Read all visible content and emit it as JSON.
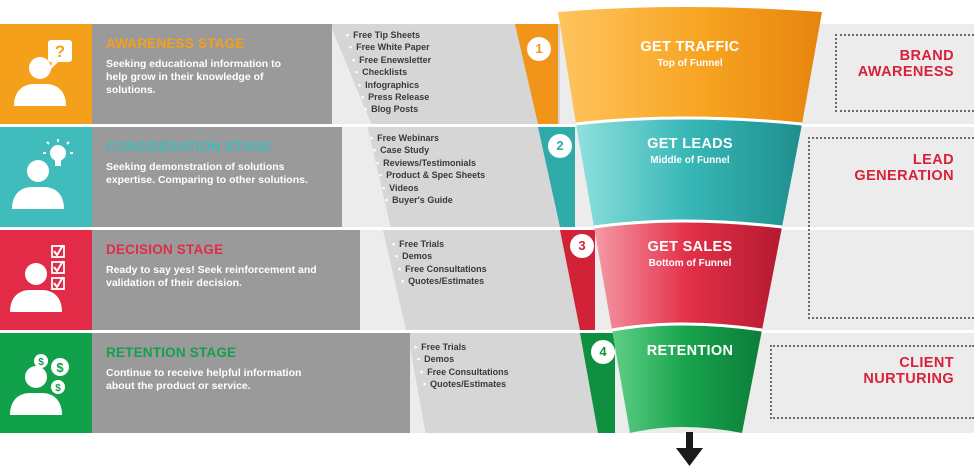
{
  "colors": {
    "awareness": "#f5a01a",
    "consideration": "#3fbcbb",
    "decision": "#e22c47",
    "retention": "#12a14b",
    "outcome_text": "#d8213b"
  },
  "stages": [
    {
      "title": "AWARENESS STAGE",
      "description": "Seeking educational information to help grow in their knowledge of solutions.",
      "icon": "question-bubble-icon",
      "items": [
        "Free Tip Sheets",
        "Free White Paper",
        "Free Enewsletter",
        "Checklists",
        "Infographics",
        "Press Release",
        "Blog Posts"
      ]
    },
    {
      "title": "CONSIDERATION STAGE",
      "description": "Seeking demonstration of solutions expertise. Comparing to other solutions.",
      "icon": "lightbulb-icon",
      "items": [
        "Free Webinars",
        "Case Study",
        "Reviews/Testimonials",
        "Product & Spec Sheets",
        "Videos",
        "Buyer's Guide"
      ]
    },
    {
      "title": "DECISION STAGE",
      "description": "Ready to say yes! Seek reinforcement and validation of their decision.",
      "icon": "checklist-icon",
      "items": [
        "Free Trials",
        "Demos",
        "Free Consultations",
        "Quotes/Estimates"
      ]
    },
    {
      "title": "RETENTION STAGE",
      "description": "Continue to receive helpful information about the product or service.",
      "icon": "dollar-coins-icon",
      "items": [
        "Free Trials",
        "Demos",
        "Free Consultations",
        "Quotes/Estimates"
      ]
    }
  ],
  "funnel": [
    {
      "number": "1",
      "title": "GET TRAFFIC",
      "subtitle": "Top of Funnel"
    },
    {
      "number": "2",
      "title": "GET LEADS",
      "subtitle": "Middle of Funnel"
    },
    {
      "number": "3",
      "title": "GET SALES",
      "subtitle": "Bottom of Funnel"
    },
    {
      "number": "4",
      "title": "RETENTION",
      "subtitle": ""
    }
  ],
  "outcomes": [
    {
      "line1": "BRAND",
      "line2": "AWARENESS"
    },
    {
      "line1": "LEAD",
      "line2": "GENERATION"
    },
    {
      "line1": "CLIENT",
      "line2": "NURTURING"
    }
  ],
  "exit_arrow_icon": "arrow-down-icon"
}
